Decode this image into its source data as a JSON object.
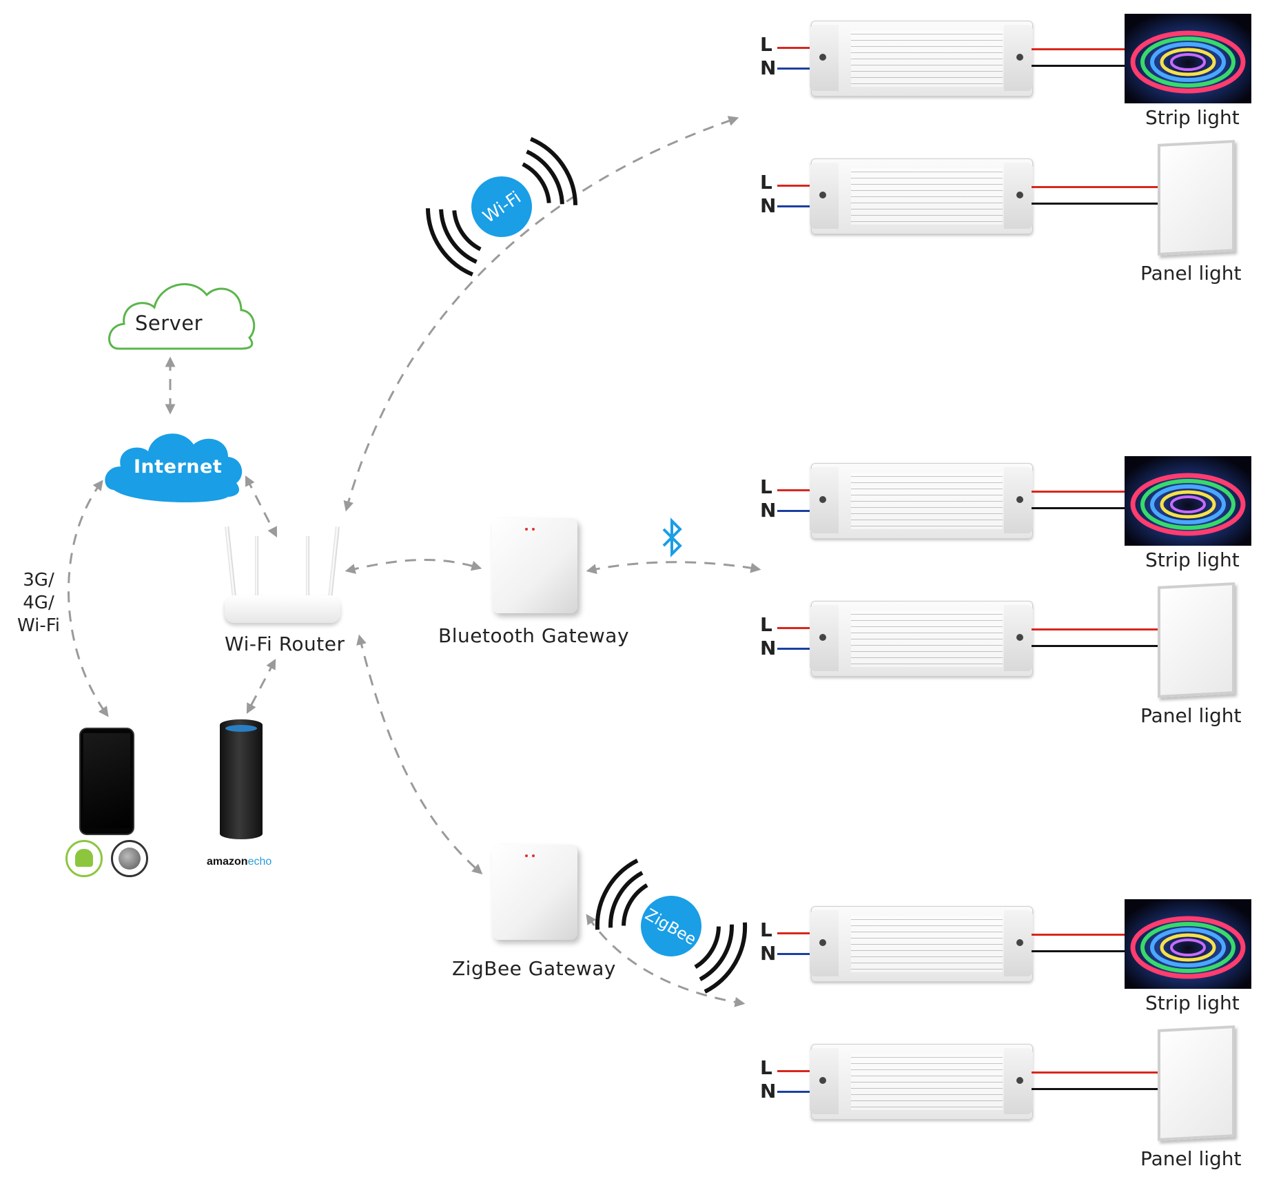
{
  "labels": {
    "server": "Server",
    "internet": "Internet",
    "mobile_networks": [
      "3G/",
      "4G/",
      "Wi-Fi"
    ],
    "wifi_router": "Wi-Fi Router",
    "bluetooth_gateway": "Bluetooth Gateway",
    "zigbee_gateway": "ZigBee Gateway",
    "wifi_badge": "Wi-Fi",
    "zigbee_badge": "ZigBee",
    "echo_brand": "amazon",
    "echo_model": "echo"
  },
  "outputs": [
    {
      "group": "wifi",
      "strip_label": "Strip light",
      "panel_label": "Panel light"
    },
    {
      "group": "bluetooth",
      "strip_label": "Strip light",
      "panel_label": "Panel light"
    },
    {
      "group": "zigbee",
      "strip_label": "Strip light",
      "panel_label": "Panel light"
    }
  ],
  "terminals": {
    "live": "L",
    "neutral": "N"
  },
  "colors": {
    "accent_blue": "#1a9ee6",
    "cloud_green": "#5ab54b",
    "wire_red": "#d9261c",
    "wire_black": "#111111",
    "arrow_gray": "#9a9a9a",
    "android_green": "#8cc63f"
  },
  "icons": [
    "cloud-icon",
    "bluetooth-icon",
    "wifi-signal-icon",
    "zigbee-signal-icon",
    "android-icon",
    "apple-icon",
    "smartphone-icon",
    "smart-speaker-icon",
    "router-icon",
    "gateway-icon",
    "led-driver-icon",
    "strip-light-icon",
    "panel-light-icon"
  ]
}
